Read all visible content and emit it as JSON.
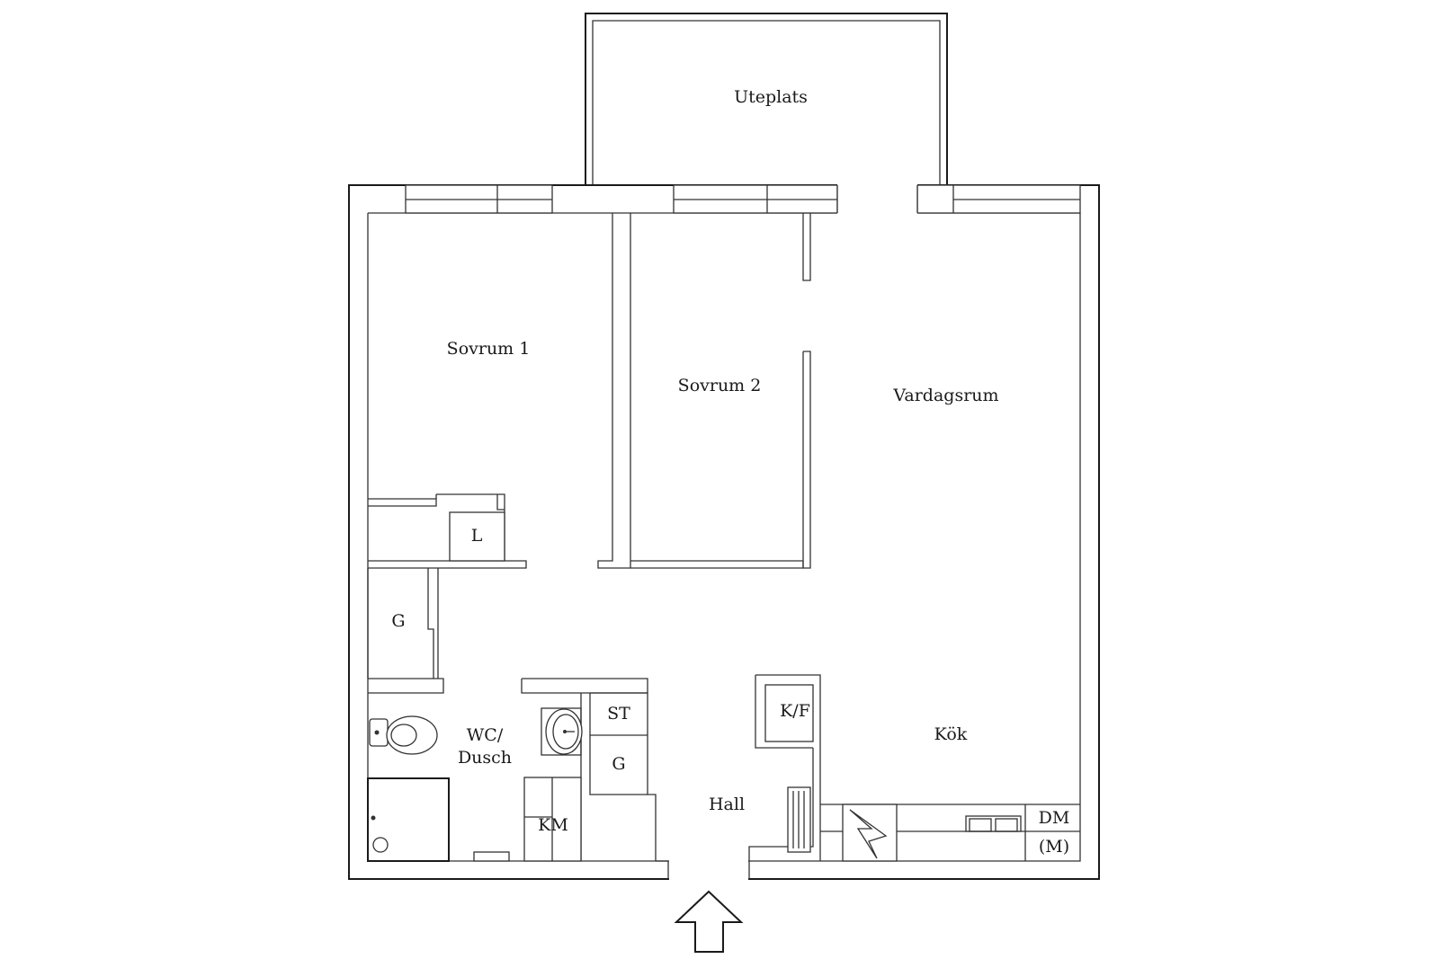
{
  "rooms": {
    "uteplats": "Uteplats",
    "sovrum1": "Sovrum 1",
    "sovrum2": "Sovrum 2",
    "vardagsrum": "Vardagsrum",
    "kok": "Kök",
    "hall": "Hall",
    "wc_line1": "WC/",
    "wc_line2": "Dusch"
  },
  "fixtures": {
    "linen": "L",
    "wardrobe_hall": "G",
    "storage": "ST",
    "wardrobe_wc": "G",
    "washer": "KM",
    "fridge_freezer": "K/F",
    "dishwasher": "DM",
    "microwave": "(M)"
  },
  "colors": {
    "line": "#1a1a1a",
    "background": "#ffffff"
  }
}
